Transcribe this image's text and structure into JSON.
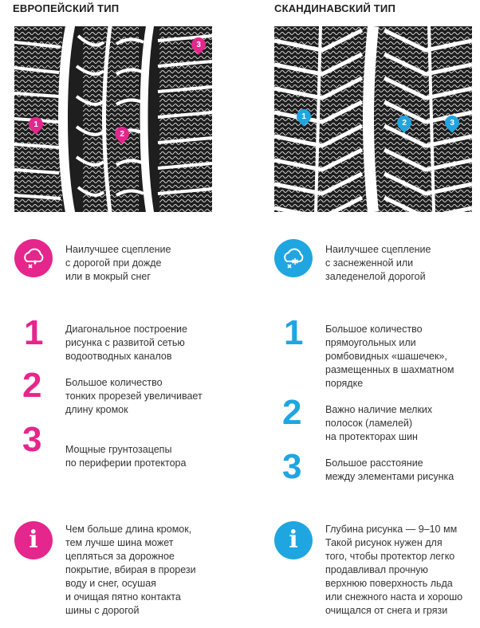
{
  "left": {
    "title": "ЕВРОПЕЙСКИЙ ТИП",
    "pins": [
      "1",
      "2",
      "3"
    ],
    "feature": "Наилучшее сцепление\nс дорогой при дожде\nили в мокрый снег",
    "items": [
      {
        "num": "1",
        "text": "Диагональное построение\nрисунка с развитой сетью\nводоотводных каналов"
      },
      {
        "num": "2",
        "text": "Большое количество\nтонких прорезей увеличивает\nдлину кромок"
      },
      {
        "num": "3",
        "text": "Мощные грунтозацепы\nпо периферии протектора"
      }
    ],
    "info_glyph": "i",
    "info": "Чем больше длина кромок,\nтем лучше шина может\nцепляться за дорожное\nпокрытие, вбирая в прорези\nводу и снег, осушая\nи очищая пятно контакта\nшины с дорогой"
  },
  "right": {
    "title": "СКАНДИНАВСКИЙ ТИП",
    "pins": [
      "1",
      "2",
      "3"
    ],
    "feature": "Наилучшее сцепление\nс заснеженной или\nзаледенелой дорогой",
    "items": [
      {
        "num": "1",
        "text": "Большое количество\nпрямоугольных или\nромбовидных «шашечек»,\nразмещенных в шахматном\nпорядке"
      },
      {
        "num": "2",
        "text": "Важно наличие мелких\nполосок (ламелей)\nна протекторах шин"
      },
      {
        "num": "3",
        "text": "Большое расстояние\nмежду элементами рисунка"
      }
    ],
    "info_glyph": "i",
    "info": "Глубина рисунка — 9–10 мм\nТакой рисунок нужен для\nтого, чтобы протектор легко\nпродавливал прочную\nверхнюю поверхность льда\nили снежного наста и хорошо\nочищался от снега и грязи"
  },
  "colors": {
    "pink": "#e5268c",
    "blue": "#1fa6e0",
    "tread": "#1e1e1e"
  },
  "icons": {
    "left_feature": "rain-cloud-icon",
    "right_feature": "snow-cloud-icon",
    "info": "info-icon"
  }
}
